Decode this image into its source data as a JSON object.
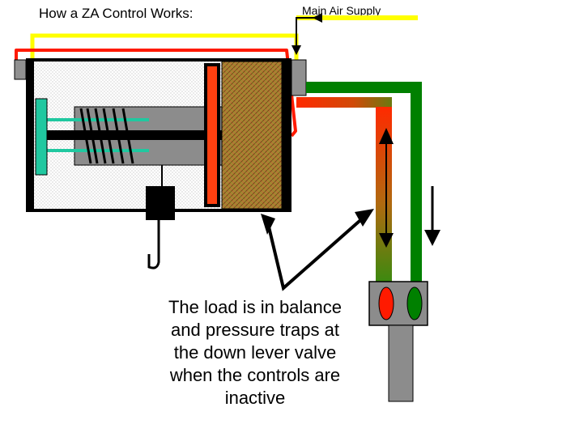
{
  "title": "How a ZA Control Works:",
  "supply_label": "Main Air Supply",
  "caption_lines": [
    "The load is in balance",
    "and pressure traps at",
    "the down lever valve",
    "when the controls are",
    "inactive"
  ],
  "colors": {
    "supply_yellow": "#ffff00",
    "pressure_red": "#ff1a00",
    "exhaust_green": "#008000",
    "piston_teal": "#20c8a0",
    "piston_orange": "#ff4010",
    "load_brown": "#a86a2a",
    "body_gray": "#888888",
    "outline_black": "#000000"
  }
}
